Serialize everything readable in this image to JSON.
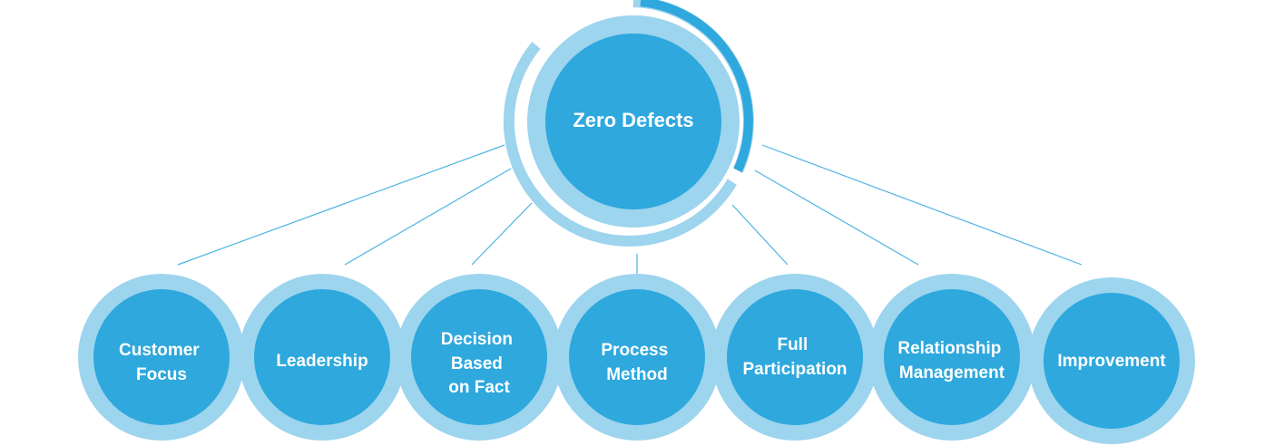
{
  "center": {
    "label": "Zero Defects"
  },
  "principles": [
    {
      "lines": [
        "Customer",
        "Focus"
      ]
    },
    {
      "lines": [
        "Leadership"
      ]
    },
    {
      "lines": [
        "Decision",
        "Based",
        "on Fact"
      ]
    },
    {
      "lines": [
        "Process",
        "Method"
      ]
    },
    {
      "lines": [
        "Full",
        "Participation"
      ]
    },
    {
      "lines": [
        "Relationship",
        "Management"
      ]
    },
    {
      "lines": [
        "Improvement"
      ]
    }
  ],
  "colors": {
    "light_ring": "#9dd4ee",
    "dark_disc": "#2ea8dd",
    "accent_arc": "#2ea8dd",
    "connector": "#4db3e4",
    "text": "#ffffff"
  }
}
